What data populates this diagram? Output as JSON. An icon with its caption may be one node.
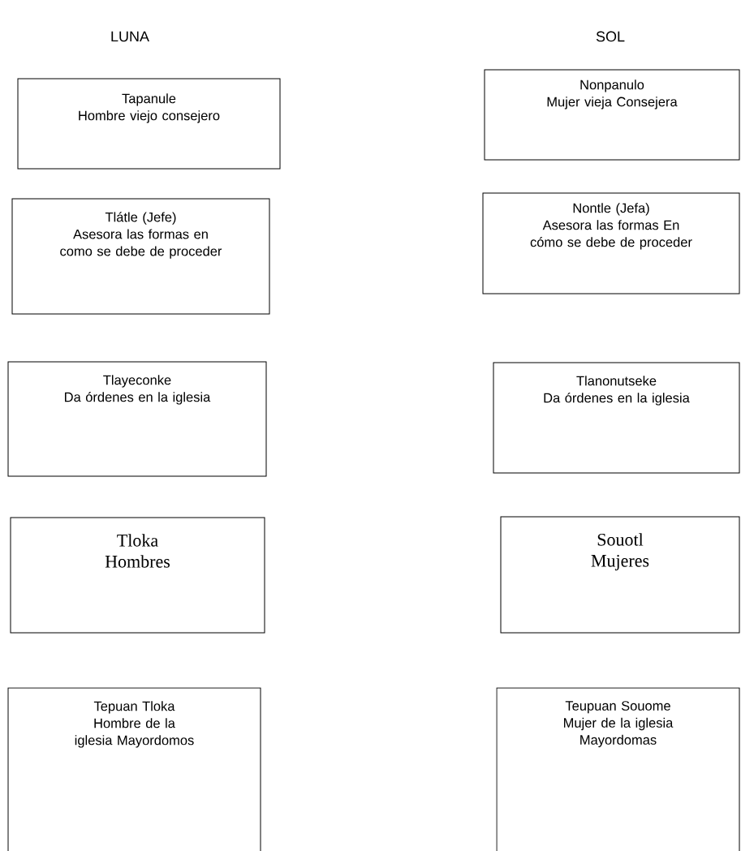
{
  "diagram": {
    "nodes": [
      {
        "text": [
          "Tapanule",
          "Hombre viejo consejero"
        ]
      },
      {
        "text": [
          "Tlátle (Jefe)",
          "Asesora las formas en como se debe de proceder"
        ]
      },
      {
        "text": [
          "Tlayeconke",
          "Da órdenes en la iglesia"
        ]
      },
      {
        "text": [
          "Tloka",
          "Hombres"
        ]
      },
      {
        "text": [
          "Tepuan Tloka",
          "Hombre de la iglesia Mayordomos"
        ]
      },
      {
        "text": [
          "Nonpanulo",
          "Mujer vieja Consejera"
        ]
      },
      {
        "text": [
          "Nontle (Jefa)",
          "Asesora las formas En cómo se debe de proceder"
        ]
      },
      {
        "text": [
          "Tlanonutseke",
          "Da órdenes en la iglesia"
        ]
      },
      {
        "text": [
          "Souotl",
          "Mujeres"
        ]
      },
      {
        "text": [
          "Teupuan Souome",
          "Mujer de la iglesia Mayordomas"
        ]
      }
    ],
    "labels": [
      "LUNA",
      "SOL"
    ]
  }
}
